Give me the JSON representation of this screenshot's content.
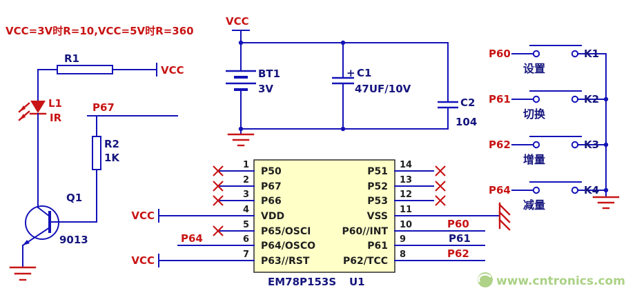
{
  "note": "VCC=3V时R=10,VCC=5V时R=360",
  "colors": {
    "wire": "#1212b8",
    "net_label": "#c81414",
    "component_label": "#15157d",
    "ic_fill": "#ffffc8",
    "watermark": "#9cc96f"
  },
  "left_circuit": {
    "r1_ref": "R1",
    "r1_net": "VCC",
    "led_ref": "L1",
    "led_type": "IR",
    "p67_net": "P67",
    "r2_ref": "R2",
    "r2_value": "1K",
    "q1_ref": "Q1",
    "q1_value": "9013"
  },
  "power": {
    "vcc_net": "VCC",
    "bt1_ref": "BT1",
    "bt1_value": "3V",
    "c1_polarity": "+",
    "c1_ref": "C1",
    "c1_value": "47UF/10V",
    "c2_ref": "C2",
    "c2_value": "104"
  },
  "ic": {
    "part": "EM78P153S",
    "ref": "U1",
    "left_pins": [
      {
        "num": "1",
        "label": "P50"
      },
      {
        "num": "2",
        "label": "P67"
      },
      {
        "num": "3",
        "label": "P66"
      },
      {
        "num": "4",
        "label": "VDD",
        "net": "VCC"
      },
      {
        "num": "5",
        "label": "P65/OSCI"
      },
      {
        "num": "6",
        "label": "P64/OSCO",
        "net": "P64"
      },
      {
        "num": "7",
        "label": "P63//RST",
        "net": "VCC"
      }
    ],
    "right_pins": [
      {
        "num": "14",
        "label": "P51"
      },
      {
        "num": "13",
        "label": "P52"
      },
      {
        "num": "12",
        "label": "P53"
      },
      {
        "num": "11",
        "label": "VSS"
      },
      {
        "num": "10",
        "label": "P60//INT",
        "net": "P60"
      },
      {
        "num": "9",
        "label": "P61",
        "net": "P61"
      },
      {
        "num": "8",
        "label": "P62/TCC",
        "net": "P62"
      }
    ]
  },
  "buttons": [
    {
      "net": "P60",
      "key": "K1",
      "label": "设置"
    },
    {
      "net": "P61",
      "key": "K2",
      "label": "切换"
    },
    {
      "net": "P62",
      "key": "K3",
      "label": "增量"
    },
    {
      "net": "P64",
      "key": "K4",
      "label": "减量"
    }
  ],
  "watermark": {
    "text": "www.cntronics.com"
  }
}
